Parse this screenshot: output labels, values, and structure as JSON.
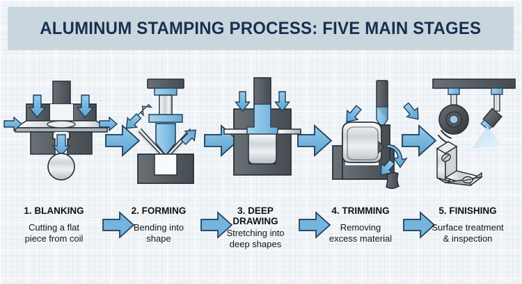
{
  "header": {
    "title": "ALUMINUM STAMPING PROCESS: FIVE MAIN STAGES",
    "bar_color": "#c9d6de",
    "text_color": "#16304f"
  },
  "theme": {
    "background": "#f1f5f8",
    "grid_line": "#dbe6ee",
    "accent_blue": "#72b4dd",
    "arrow_outline": "#1f3b57",
    "metal_dark": "#5a6268",
    "metal_light": "#d8dde1",
    "tool_blue": "#8fc4e6"
  },
  "stages": [
    {
      "number": "1.",
      "title": "1. BLANKING",
      "description": "Cutting a flat\npiece from coil",
      "desc_line1": "Cutting a flat",
      "desc_line2": "piece from coil",
      "icon": "blanking-punch-die-icon"
    },
    {
      "number": "2.",
      "title": "2. FORMING",
      "description": "Bending into\nshape",
      "desc_line1": "Bending into",
      "desc_line2": "shape",
      "icon": "forming-v-bend-icon"
    },
    {
      "number": "3.",
      "title": "3. DEEP DRAWING",
      "title_line1": "3. DEEP",
      "title_line2": "DRAWING",
      "description": "Stretching into\ndeep shapes",
      "desc_line1": "Stretching into",
      "desc_line2": "deep shapes",
      "icon": "deep-drawing-cup-icon"
    },
    {
      "number": "4.",
      "title": "4. TRIMMING",
      "description": "Removing\nexcess material",
      "desc_line1": "Removing",
      "desc_line2": "excess material",
      "icon": "trimming-blade-icon"
    },
    {
      "number": "5.",
      "title": "5. FINISHING",
      "description": "Surface treatment\n& inspection",
      "desc_line1": "Surface treatment",
      "desc_line2": "& inspection",
      "icon": "finishing-polish-spray-icon"
    }
  ],
  "connectors": {
    "count": 4,
    "shape": "block-arrow-right",
    "color": "#72b4dd"
  }
}
